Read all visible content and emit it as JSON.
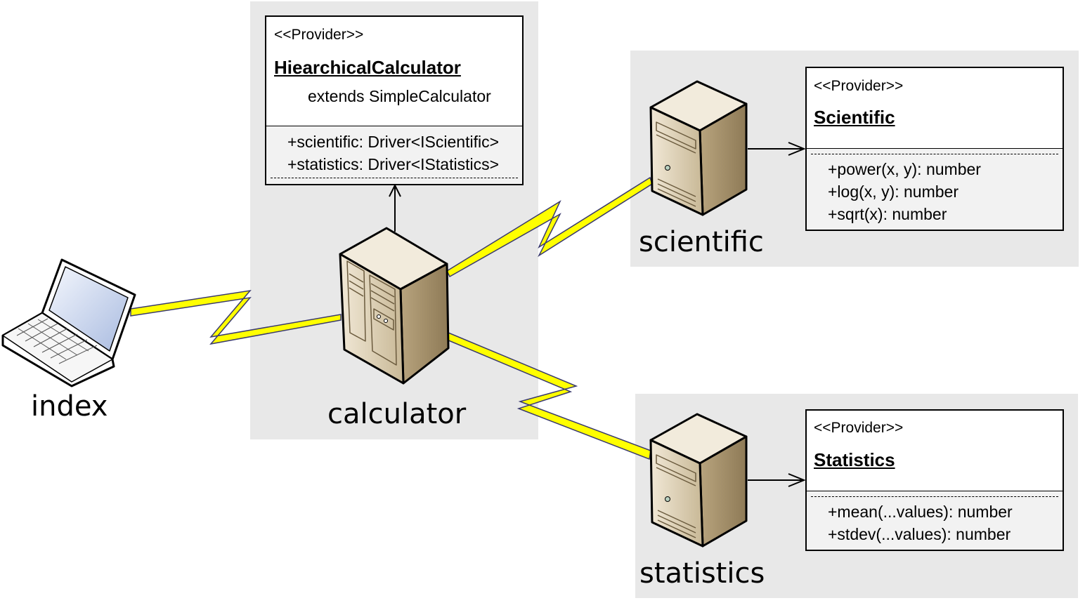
{
  "nodes": {
    "index": {
      "label": "index"
    },
    "calculator": {
      "label": "calculator"
    },
    "scientific": {
      "label": "scientific"
    },
    "statistics": {
      "label": "statistics"
    }
  },
  "classes": {
    "hierarchical": {
      "stereotype": "<<Provider>>",
      "name": "HiearchicalCalculator",
      "extends": "extends SimpleCalculator",
      "members": [
        "+scientific: Driver<IScientific>",
        "+statistics: Driver<IStatistics>"
      ]
    },
    "scientific": {
      "stereotype": "<<Provider>>",
      "name": "Scientific",
      "members": [
        "+power(x, y): number",
        "+log(x, y): number",
        "+sqrt(x): number"
      ]
    },
    "statistics": {
      "stereotype": "<<Provider>>",
      "name": "Statistics",
      "members": [
        "+mean(...values): number",
        "+stdev(...values): number"
      ]
    }
  },
  "colors": {
    "region": "#e8e8e8",
    "lightning": "#ffff00",
    "lightning_edge": "#3a3a6e",
    "server": "#ddd0b6"
  },
  "icons": [
    "laptop-icon",
    "tower-server-icon",
    "server-icon",
    "lightning-link-icon",
    "arrow-icon"
  ]
}
